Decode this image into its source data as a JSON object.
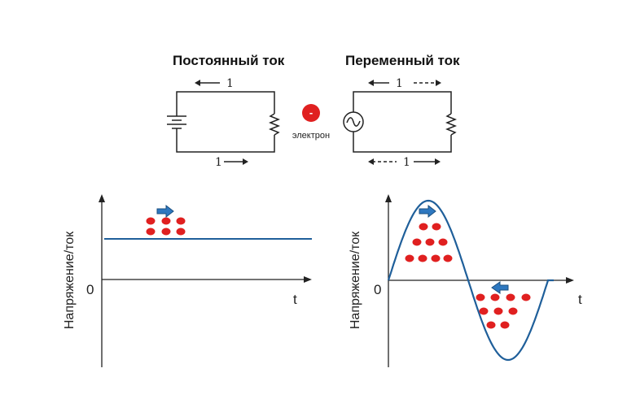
{
  "dc": {
    "title": "Постоянный ток",
    "current_top": "1",
    "current_bottom": "1",
    "graph": {
      "ylabel": "Напряжение/ток",
      "origin": "0",
      "xlabel": "t",
      "level": 0.5,
      "electron_direction": "right"
    }
  },
  "ac": {
    "title": "Переменный ток",
    "current_top": "1",
    "current_bottom": "1",
    "graph": {
      "ylabel": "Напряжение/ток",
      "origin": "0",
      "xlabel": "t",
      "positive_half_direction": "right",
      "negative_half_direction": "left"
    }
  },
  "legend": {
    "electron_symbol": "-",
    "electron_label": "электрон"
  },
  "colors": {
    "electron": "#e02020",
    "line": "#1f5f9a",
    "arrow": "#2e78c0",
    "wire": "#222222"
  }
}
